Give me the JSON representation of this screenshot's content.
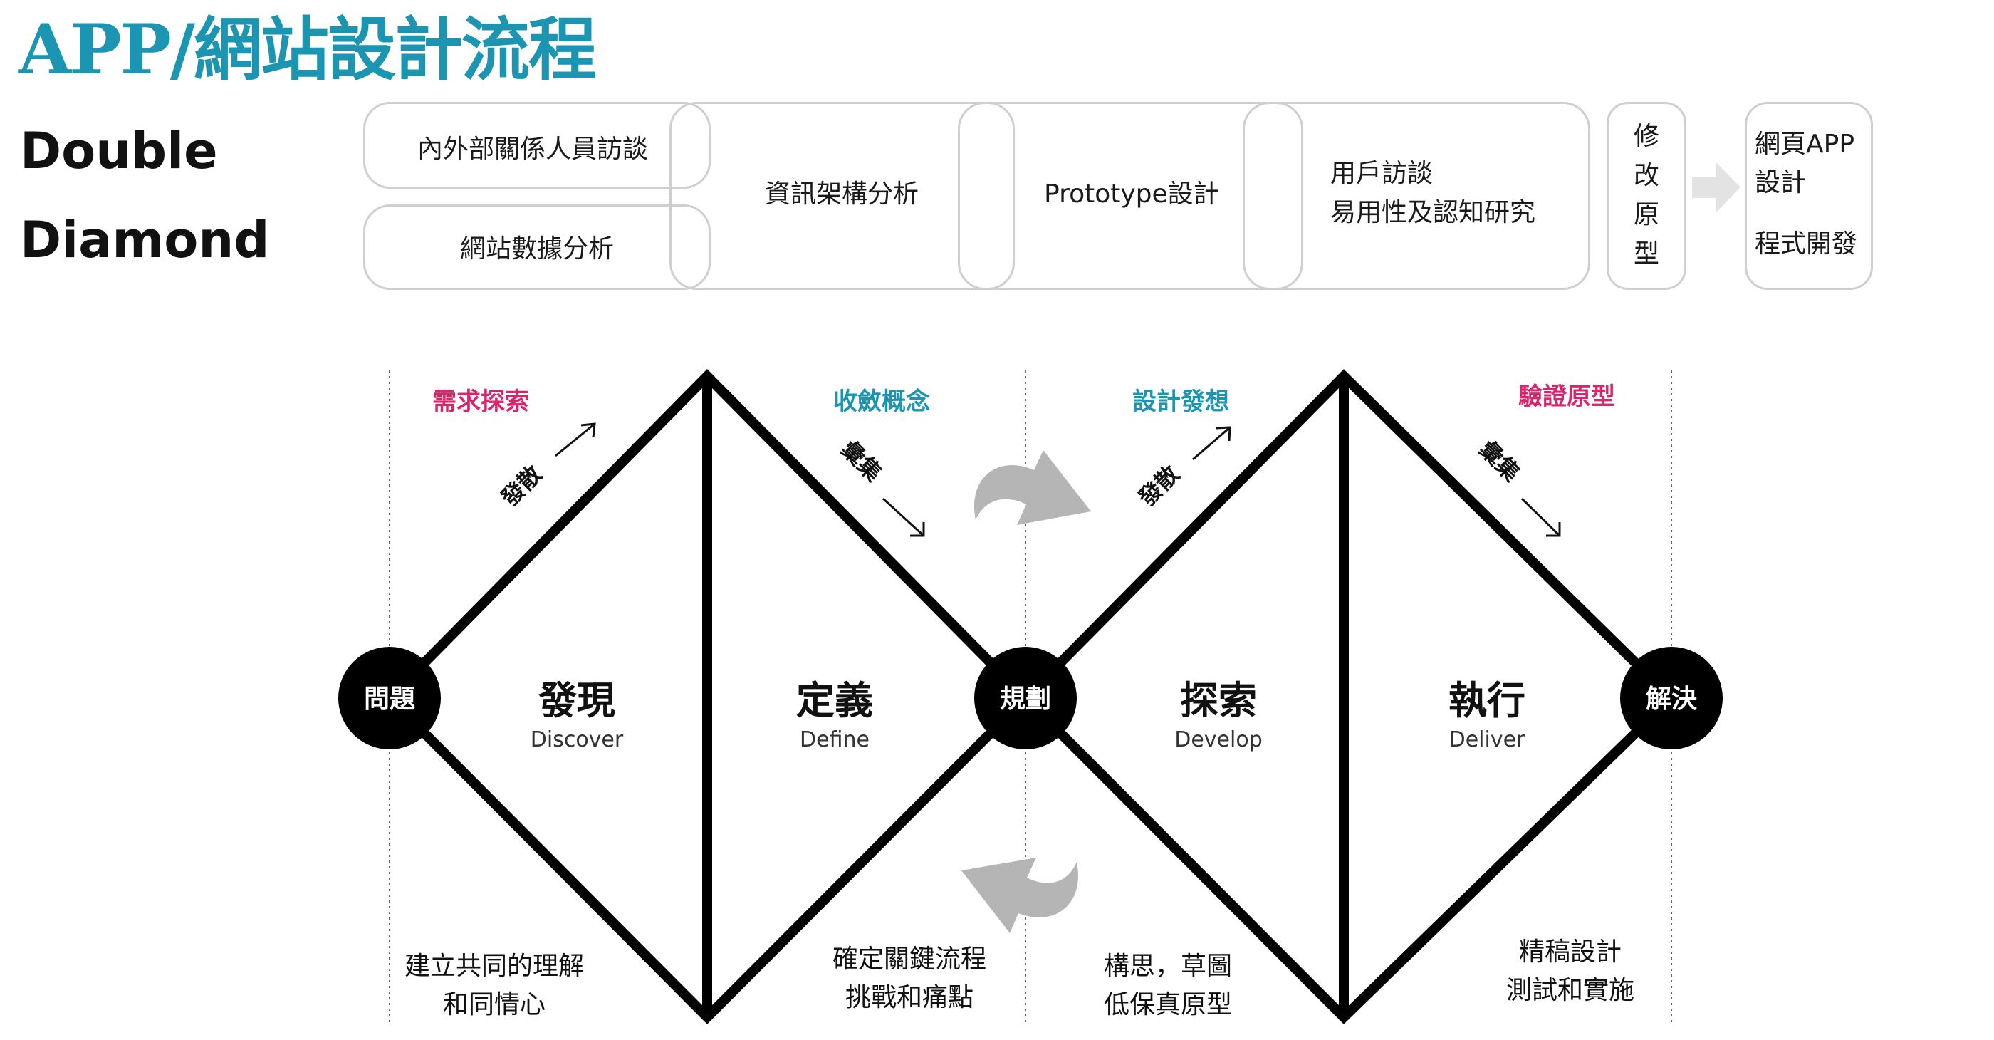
{
  "header": {
    "title": "APP/網站設計流程",
    "subtitle_line1": "Double",
    "subtitle_line2": "Diamond"
  },
  "process": {
    "internal_interview": "內外部關係人員訪談",
    "site_data": "網站數據分析",
    "info_arch": "資訊架構分析",
    "prototype": "Prototype設計",
    "user_interview_1": "用戶訪談",
    "user_interview_2": "易用性及認知研究",
    "revise_chars": [
      "修",
      "改",
      "原",
      "型"
    ],
    "final_1": "網頁APP",
    "final_2": "設計",
    "final_3": "程式開發"
  },
  "diagram": {
    "phase_labels": [
      "需求探索",
      "收斂概念",
      "設計發想",
      "驗證原型"
    ],
    "diverge": "發散",
    "converge": "彙集",
    "nodes": [
      "問題",
      "規劃",
      "解決"
    ],
    "stages": [
      {
        "zh": "發現",
        "en": "Discover"
      },
      {
        "zh": "定義",
        "en": "Define"
      },
      {
        "zh": "探索",
        "en": "Develop"
      },
      {
        "zh": "執行",
        "en": "Deliver"
      }
    ],
    "bottom": [
      [
        "建立共同的理解",
        "和同情心"
      ],
      [
        "確定關鍵流程",
        "挑戰和痛點"
      ],
      [
        "構思，草圖",
        "低保真原型"
      ],
      [
        "精稿設計",
        "測試和實施"
      ]
    ]
  },
  "colors": {
    "title": "#1b95b1",
    "pink": "#d8266d",
    "teal": "#1b95b1",
    "arrow_gray": "#b5b5b5",
    "box_border": "#cfcfcf"
  }
}
